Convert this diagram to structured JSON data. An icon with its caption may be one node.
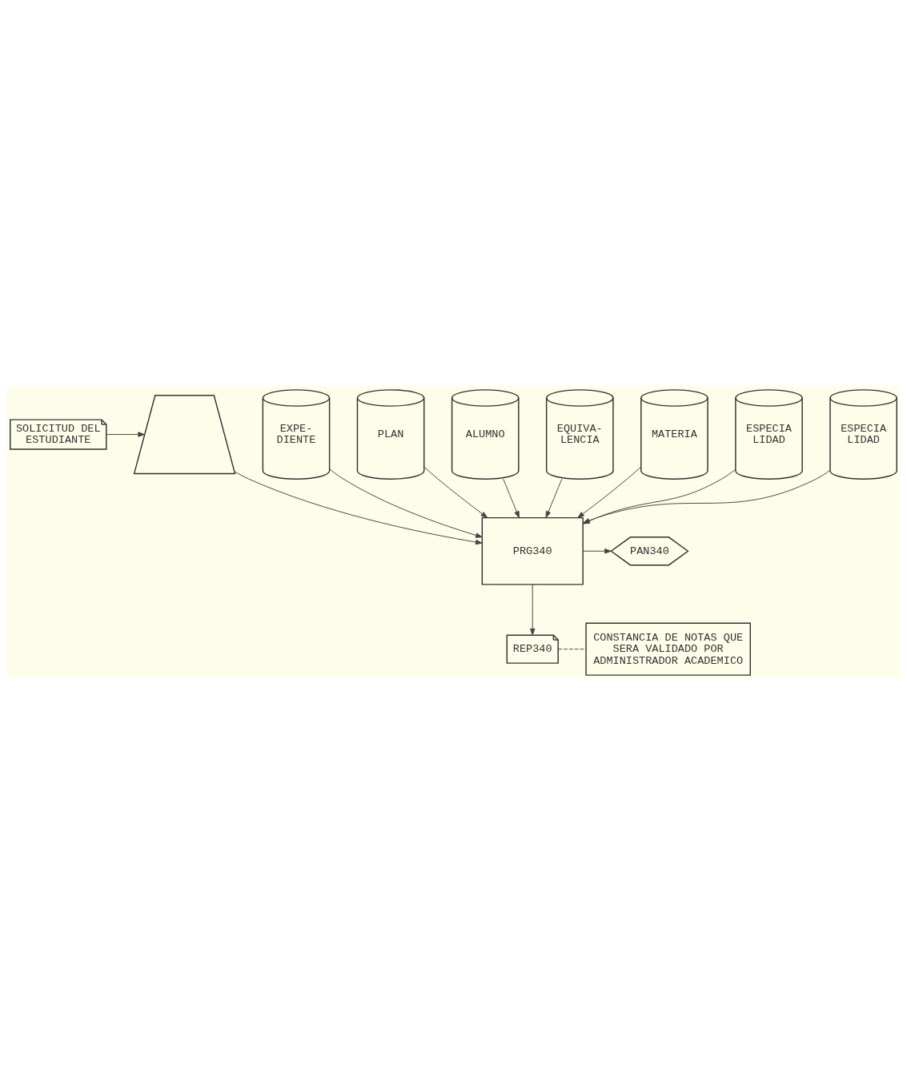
{
  "diagram": {
    "nodes": [
      {
        "text": [
          "SOLICITUD DEL ESTUDIANTE"
        ]
      },
      {
        "text": [],
        "shape": "trapezoid"
      },
      {
        "text": [
          "EXPE- DIENTE"
        ]
      },
      {
        "text": [
          "PLAN"
        ]
      },
      {
        "text": [
          "ALUMNO"
        ]
      },
      {
        "text": [
          "EQUIVA- LENCIA"
        ]
      },
      {
        "text": [
          "PRG340"
        ]
      },
      {
        "text": [
          "MATERIA"
        ]
      },
      {
        "text": [
          "PAN340"
        ]
      },
      {
        "text": [
          "ESPECIA LIDAD"
        ]
      },
      {
        "text": [
          "ESPECIA LIDAD"
        ]
      },
      {
        "text": [
          "REP340"
        ]
      },
      {
        "text": [
          "CONSTANCIA DE NOTAS QUE SERA VALIDADO POR ADMINISTRADOR ACADEMICO"
        ]
      }
    ],
    "edges": [
      {
        "from": 0,
        "to": 1,
        "arrow": "to"
      },
      {
        "from": 1,
        "to": 6,
        "arrow": "to"
      },
      {
        "from": 2,
        "to": 6,
        "arrow": "to"
      },
      {
        "from": 3,
        "to": 6,
        "arrow": "to"
      },
      {
        "from": 4,
        "to": 6,
        "arrow": "to"
      },
      {
        "from": 5,
        "to": 6,
        "arrow": "to"
      },
      {
        "from": 7,
        "to": 6,
        "arrow": "to"
      },
      {
        "from": 9,
        "to": 6,
        "arrow": "to"
      },
      {
        "from": 10,
        "to": 6,
        "arrow": "to"
      },
      {
        "from": 6,
        "to": 8,
        "arrow": "to"
      },
      {
        "from": 6,
        "to": 11,
        "arrow": "to"
      },
      {
        "from": 11,
        "to": 12,
        "arrow": "none",
        "style": "dashed"
      }
    ]
  }
}
